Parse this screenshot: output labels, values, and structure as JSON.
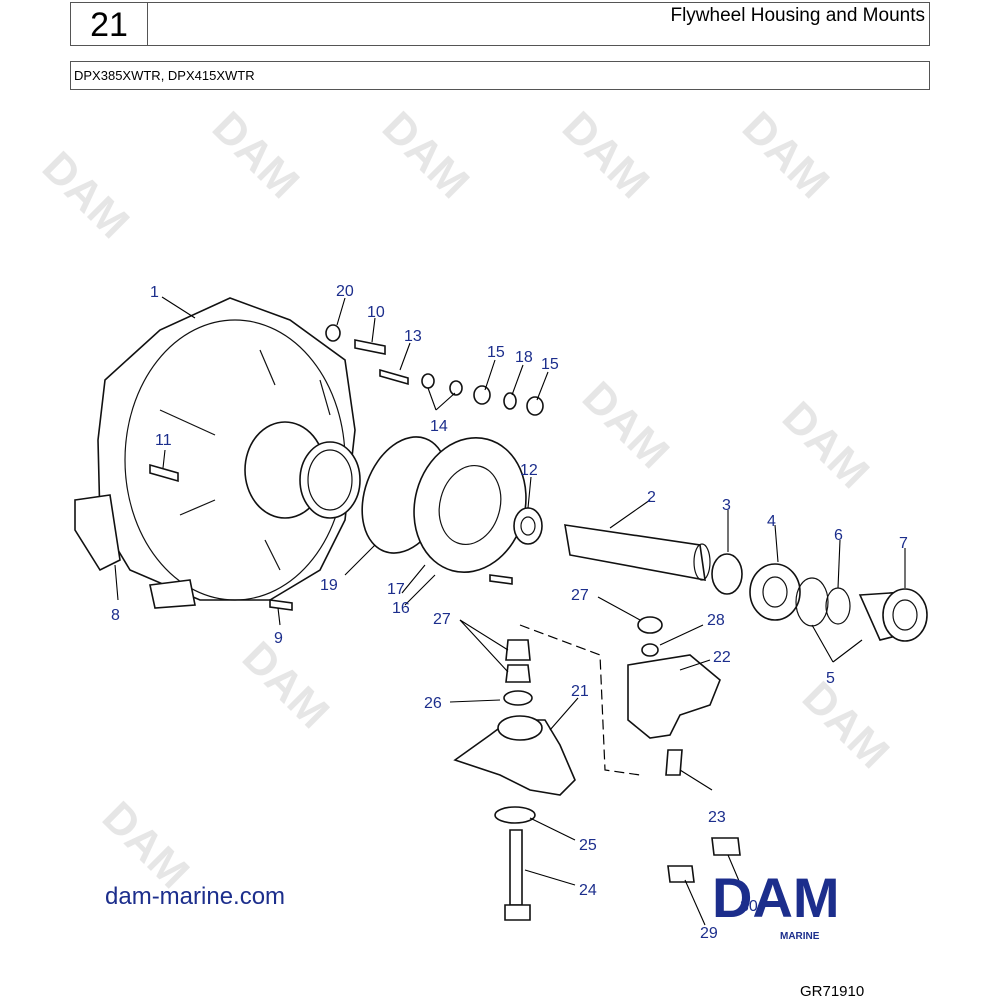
{
  "header": {
    "section_number": "21",
    "title": "Flywheel Housing and Mounts",
    "models": "DPX385XWTR, DPX415XWTR"
  },
  "watermark": "DAM",
  "callouts": [
    "1",
    "2",
    "3",
    "4",
    "5",
    "6",
    "7",
    "8",
    "9",
    "10",
    "11",
    "12",
    "13",
    "14",
    "15",
    "15",
    "16",
    "17",
    "18",
    "19",
    "20",
    "21",
    "22",
    "23",
    "24",
    "25",
    "26",
    "27",
    "27",
    "28",
    "29",
    "30"
  ],
  "footer": {
    "website": "dam-marine.com",
    "logo_text": "DAM",
    "logo_subtext": "MARINE",
    "drawing_ref": "GR71910"
  },
  "colors": {
    "callout": "#1c2e8c",
    "logo": "#1c2e8c",
    "watermark": "#e6e6e6"
  }
}
